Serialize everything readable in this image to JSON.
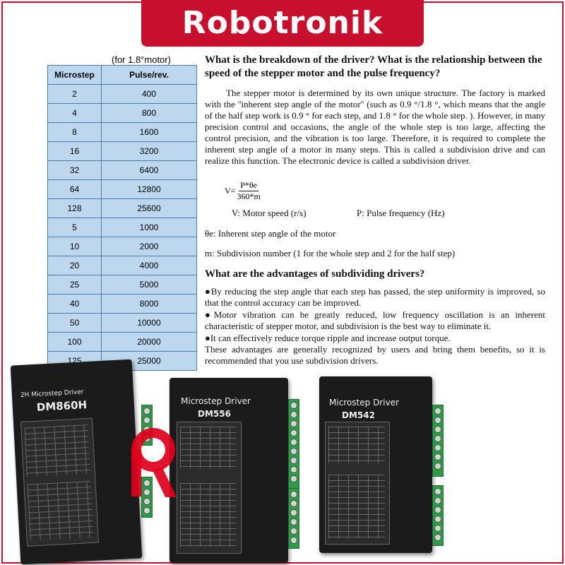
{
  "brand": {
    "name": "Robotronik",
    "color": "#c8102e"
  },
  "table": {
    "caption": "(for 1.8°motor)",
    "headers": [
      "Microstep",
      "Pulse/rev."
    ],
    "rows": [
      [
        "2",
        "400"
      ],
      [
        "4",
        "800"
      ],
      [
        "8",
        "1600"
      ],
      [
        "16",
        "3200"
      ],
      [
        "32",
        "6400"
      ],
      [
        "64",
        "12800"
      ],
      [
        "128",
        "25600"
      ],
      [
        "5",
        "1000"
      ],
      [
        "10",
        "2000"
      ],
      [
        "20",
        "4000"
      ],
      [
        "25",
        "5000"
      ],
      [
        "40",
        "8000"
      ],
      [
        "50",
        "10000"
      ],
      [
        "100",
        "20000"
      ],
      [
        "125",
        "25000"
      ]
    ]
  },
  "article": {
    "heading1": "What is the breakdown of the driver? What is the relationship between the speed of the stepper motor and the pulse frequency?",
    "para1": "The stepper motor is determined by its own unique structure. The factory is marked with the ''inherent step angle of the motor'' (such as 0.9 °/1.8 °, which means that the angle of the half step work is 0.9 ° for each step, and 1.8 ° for the whole step. ). However, in many precision control and occasions, the angle of the whole step is too large, affecting the control precision, and the vibration is too large. Therefore, it is required to complete the inherent step angle of a motor in many steps. This is called a subdivision drive and can realize this function. The electronic device is called a subdivision driver.",
    "formula_lhs": "V=",
    "formula_num": "P*θe",
    "formula_den": "360*m",
    "def_v": "V:  Motor speed (r/s)",
    "def_p": "P:  Pulse frequency (Hz)",
    "def_theta": "θe:  Inherent step angle of the motor",
    "def_m": "m:  Subdivision number (1 for the whole step and 2 for the half step)",
    "heading2": "What are the advantages of subdividing drivers?",
    "bullet1": "●By reducing the step angle that each step has passed, the step uniformity is improved, so that the control accuracy can be improved.",
    "bullet2": "●Motor vibration can be greatly reduced, low frequency oscillation is an inherent characteristic of stepper motor, and subdivision is the best way to eliminate it.",
    "bullet3": "●It can effectively reduce torque ripple and increase output torque.",
    "closing": "These advantages are generally recognized by users and bring them benefits, so it is recommended that you use subdivision drivers."
  },
  "drivers": [
    {
      "title": "2H Microstep Driver",
      "model": "DM860H"
    },
    {
      "title": "Microstep Driver",
      "model": "DM556"
    },
    {
      "title": "Microstep Driver",
      "model": "DM542"
    }
  ]
}
